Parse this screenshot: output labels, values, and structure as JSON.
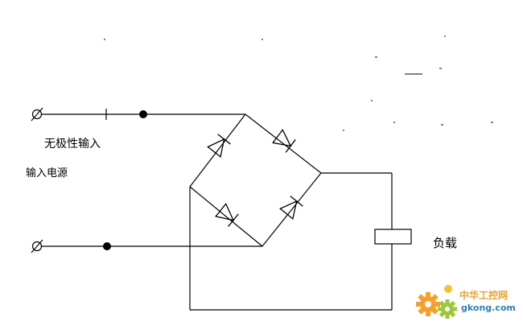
{
  "diagram": {
    "labels": {
      "input_nonpolar": "无极性输入",
      "input_power": "输入电源",
      "load": "负载"
    }
  },
  "watermark": {
    "title": "中华工控网",
    "domain": "gkong.com"
  },
  "colors": {
    "line": "#000000",
    "background": "#ffffff",
    "watermark_gear_orange": "#f4a02a",
    "watermark_gear_green": "#9bc83c",
    "watermark_title": "#e8a23a",
    "watermark_domain": "#2c7fb8"
  }
}
